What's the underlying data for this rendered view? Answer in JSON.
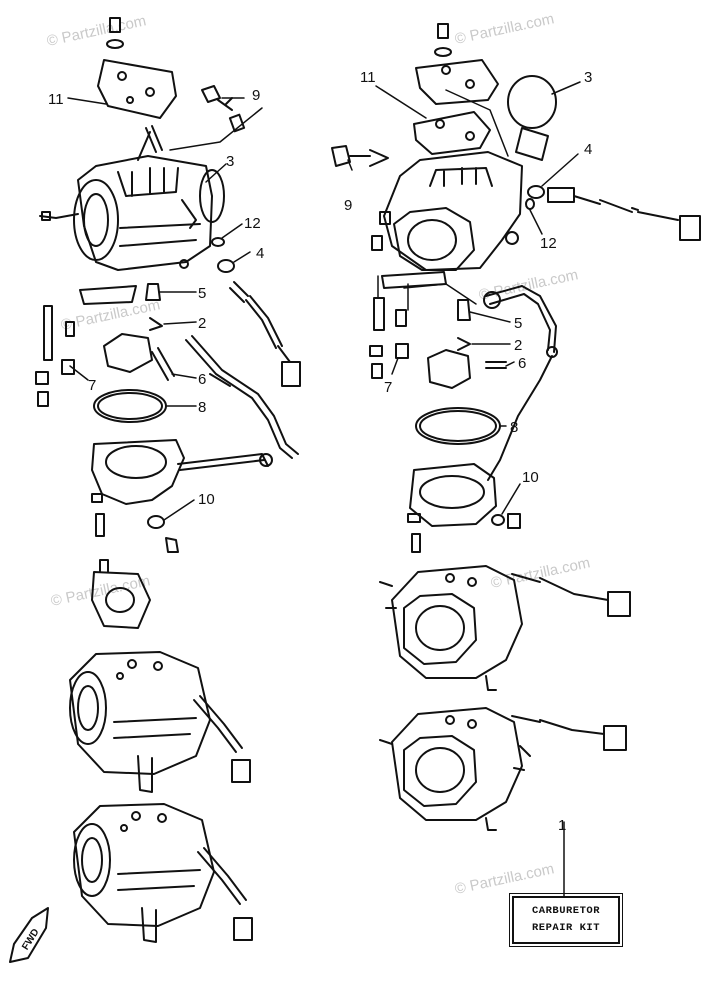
{
  "watermarks": [
    "© Partzilla.com",
    "© Partzilla.com",
    "© Partzilla.com",
    "© Partzilla.com",
    "© Partzilla.com",
    "© Partzilla.com",
    "© Partzilla.com"
  ],
  "callouts_left": [
    "11",
    "9",
    "3",
    "12",
    "4",
    "5",
    "2",
    "7",
    "6",
    "8",
    "10"
  ],
  "callouts_right": [
    "11",
    "3",
    "4",
    "9",
    "12",
    "5",
    "2",
    "6",
    "7",
    "8",
    "10"
  ],
  "kit_number": "1",
  "kit_label": {
    "line1": "CARBURETOR",
    "line2": "REPAIR KIT"
  },
  "fwd_label": "FWD"
}
